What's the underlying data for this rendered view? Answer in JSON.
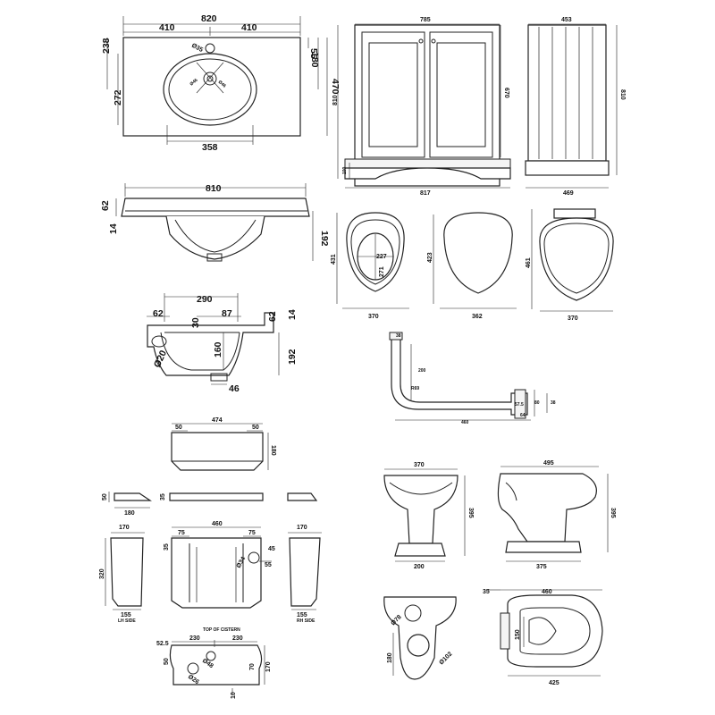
{
  "basin_top": {
    "w820": "820",
    "w410a": "410",
    "w410b": "410",
    "d55": "55",
    "d180": "180",
    "h238": "238",
    "h272": "272",
    "h470": "470",
    "w358": "358",
    "tap35": "Ø35",
    "waste46a": "Ø46",
    "waste46b": "Ø46"
  },
  "vanity_front": {
    "w785": "785",
    "h670": "670",
    "h810": "810",
    "h100": "100",
    "w817": "817"
  },
  "vanity_side": {
    "w453": "453",
    "h810": "810",
    "w469": "469"
  },
  "basin_front": {
    "w810": "810",
    "h62": "62",
    "h14": "14",
    "h192": "192"
  },
  "basin_section": {
    "w290": "290",
    "d62a": "62",
    "d30": "30",
    "d87": "87",
    "d62b": "62",
    "d14": "14",
    "h160": "160",
    "h192": "192",
    "dia20": "Ø20",
    "w46": "46"
  },
  "seat1": {
    "i227": "227",
    "i271": "271",
    "h431": "431",
    "w370": "370"
  },
  "seat2": {
    "h423": "423",
    "w362": "362"
  },
  "seat3": {
    "h461": "461",
    "w370": "370"
  },
  "flush_pipe": {
    "d38a": "38",
    "d200": "200",
    "r69": "R69",
    "d57": "57.5",
    "d80": "80",
    "d38b": "38",
    "d64": "64",
    "w460": "460"
  },
  "cistern_top": {
    "w474": "474",
    "d50a": "50",
    "d50b": "50",
    "h180": "180"
  },
  "lid_views": {
    "h50": "50",
    "w180": "180",
    "h35": "35"
  },
  "lh_side": {
    "w170": "170",
    "h320": "320",
    "w155": "155",
    "label": "LH SIDE"
  },
  "cistern_front": {
    "w460": "460",
    "d35": "35",
    "d75a": "75",
    "d75b": "75",
    "dia34": "Ø34",
    "d45": "45",
    "d55": "55"
  },
  "rh_side": {
    "w170": "170",
    "w155": "155",
    "label": "RH SIDE"
  },
  "cistern_plan": {
    "label": "TOP OF CISTERN",
    "d525": "52.5",
    "w230a": "230",
    "w230b": "230",
    "d50": "50",
    "dia48": "Ø48",
    "dia26": "Ø26",
    "d70": "70",
    "h170": "170",
    "d10": "10"
  },
  "pan_front": {
    "w370": "370",
    "h395": "395",
    "w200": "200"
  },
  "pan_side": {
    "w495": "495",
    "h395": "395",
    "w375": "375"
  },
  "pan_rear": {
    "dia78": "Ø78",
    "h180": "180",
    "dia102": "Ø102"
  },
  "pan_plan": {
    "w460": "460",
    "d35": "35",
    "d150": "150",
    "w425": "425"
  }
}
